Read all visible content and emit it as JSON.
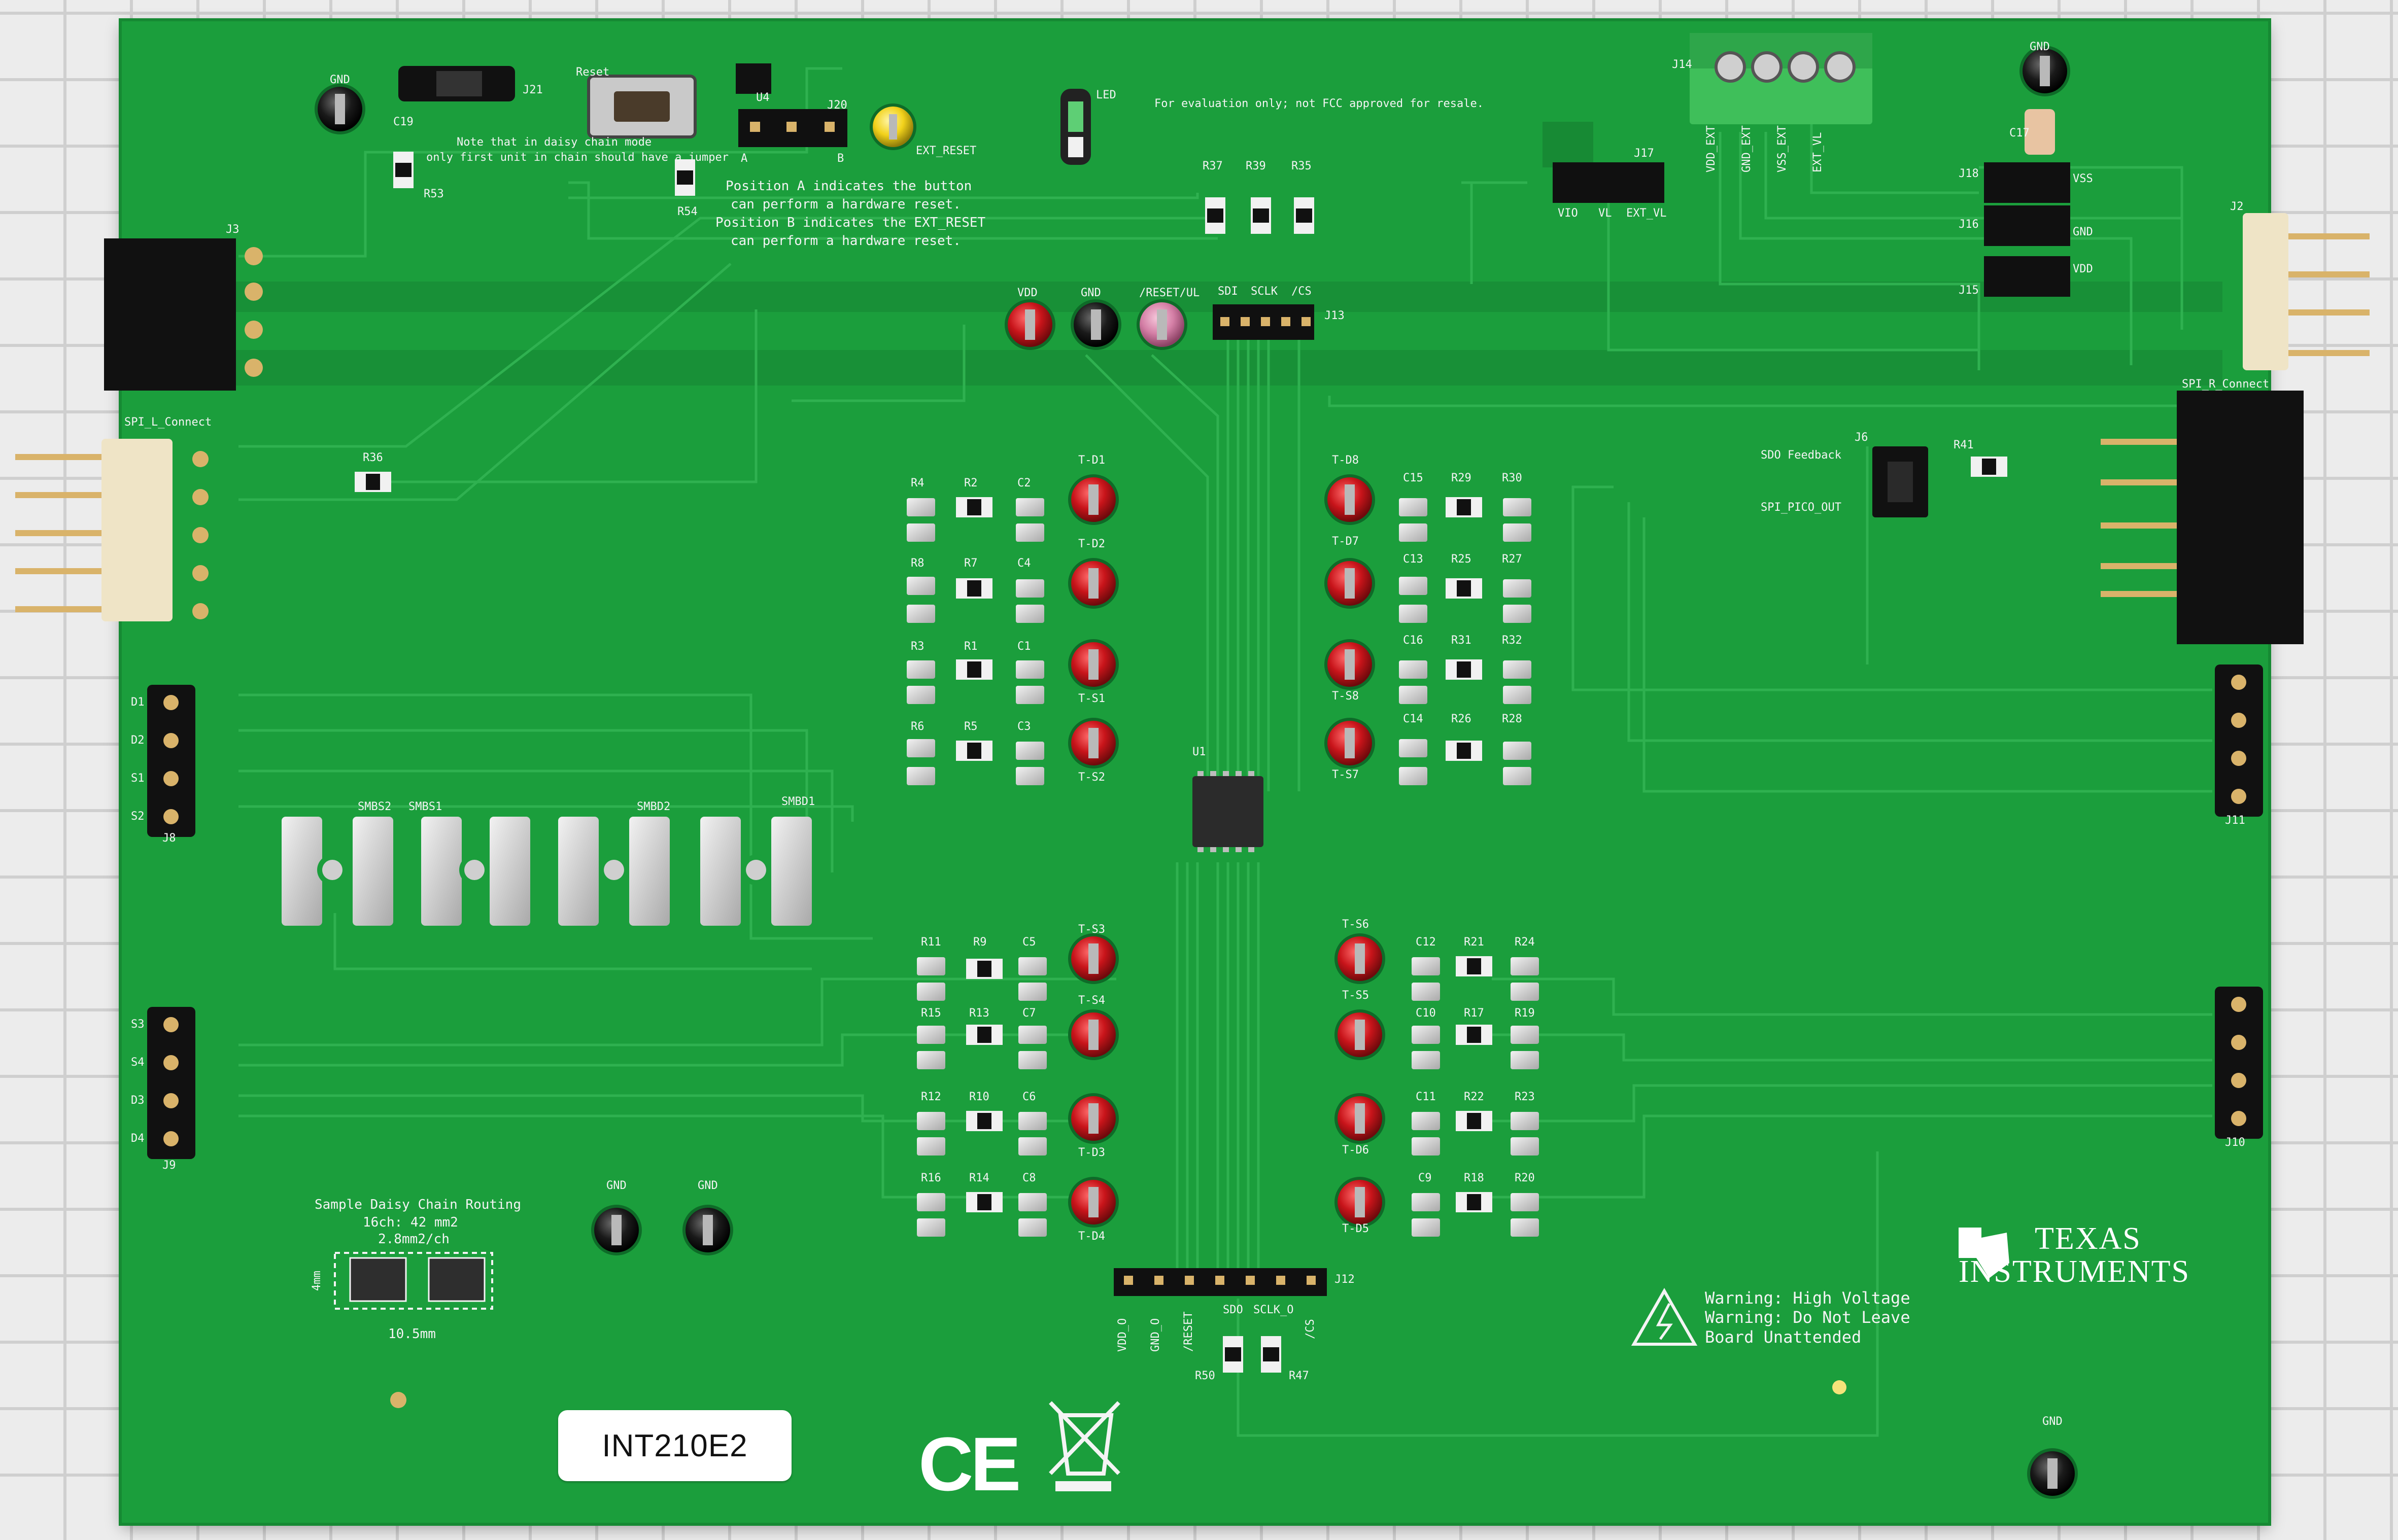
{
  "board": {
    "id_label": "INT210E2",
    "eval_notice": "For evaluation only; not FCC approved for resale.",
    "daisy_note_line1": "Note that in daisy chain mode",
    "daisy_note_line2": "only first unit in chain should have a jumper",
    "reset_note_line1": "Position A indicates the button",
    "reset_note_line2": "can perform a hardware reset.",
    "reset_note_line3": "Position B indicates the EXT_RESET",
    "reset_note_line4": "can perform a hardware reset.",
    "warning_line1": "Warning: High Voltage",
    "warning_line2": "Warning: Do Not Leave",
    "warning_line3": "Board Unattended",
    "daisy_routing_title": "Sample Daisy Chain Routing",
    "daisy_routing_line2": "16ch: 42 mm2",
    "daisy_routing_line3": "2.8mm2/ch",
    "daisy_routing_width": "10.5mm",
    "daisy_routing_height": "4mm",
    "ce_mark": "CE",
    "brand_line1": "Texas",
    "brand_line2": "Instruments"
  },
  "labels": {
    "gnd": "GND",
    "reset": "Reset",
    "led": "LED",
    "ext_reset": "EXT_RESET",
    "j21": "J21",
    "j20": "J20",
    "u4": "U4",
    "c19": "C19",
    "r53": "R53",
    "r54": "R54",
    "pos_a": "A",
    "pos_b": "B",
    "j3": "J3",
    "j14": "J14",
    "j17": "J17",
    "j2": "J2",
    "j18": "J18",
    "j16": "J16",
    "j15": "J15",
    "c17": "C17",
    "vio": "VIO",
    "vl": "VL",
    "ext_vl": "EXT_VL",
    "vdd_ext": "VDD_EXT",
    "gnd_ext": "GND_EXT",
    "vss_ext": "VSS_EXT",
    "ext_vl_v": "EXT_VL",
    "vss": "VSS",
    "vdd": "VDD",
    "r37": "R37",
    "r39": "R39",
    "r35": "R35",
    "tp_vdd": "VDD",
    "tp_gnd": "GND",
    "tp_reset": "/RESET/UL",
    "tp_sdi": "SDI",
    "tp_sclk": "SCLK",
    "tp_cs": "/CS",
    "j13": "J13",
    "spi_l": "SPI_L_Connect",
    "spi_r": "SPI_R_Connect",
    "r36": "R36",
    "sdo_feedback": "SDO Feedback",
    "spi_pico_out": "SPI_PICO_OUT",
    "j6": "J6",
    "r41": "R41",
    "j8": "J8",
    "j9": "J9",
    "j10": "J10",
    "j11": "J11",
    "j12": "J12",
    "u1": "U1",
    "smbs2": "SMBS2",
    "smbs1": "SMBS1",
    "smbd2": "SMBD2",
    "smbd1": "SMBD1",
    "d1": "D1",
    "d2": "D2",
    "s1": "S1",
    "s2": "S2",
    "s3": "S3",
    "s4": "S4",
    "d3": "D3",
    "d4": "D4",
    "r50": "R50",
    "r47": "R47",
    "sdo": "SDO",
    "sclk_o": "SCLK_O",
    "cs_o": "/CS",
    "vdd_o": "VDD_O",
    "gnd_o": "GND_O",
    "reset_o": "/RESET"
  },
  "thermistors": {
    "t_d1": "T-D1",
    "t_d2": "T-D2",
    "t_s1": "T-S1",
    "t_s2": "T-S2",
    "t_d8": "T-D8",
    "t_d7": "T-D7",
    "t_s8": "T-S8",
    "t_s7": "T-S7",
    "t_s3": "T-S3",
    "t_s4": "T-S4",
    "t_d3": "T-D3",
    "t_d4": "T-D4",
    "t_s6": "T-S6",
    "t_s5": "T-S5",
    "t_d6": "T-D6",
    "t_d5": "T-D5"
  },
  "resistor_labels": {
    "ul_row1": [
      "R4",
      "R2",
      "C2"
    ],
    "ul_row2": [
      "R8",
      "R7",
      "C4"
    ],
    "ul_row3": [
      "R3",
      "R1",
      "C1"
    ],
    "ul_row4": [
      "R6",
      "R5",
      "C3"
    ],
    "ur_row1": [
      "C15",
      "R29",
      "R30"
    ],
    "ur_row2": [
      "C13",
      "R25",
      "R27"
    ],
    "ur_row3": [
      "C16",
      "R31",
      "R32"
    ],
    "ur_row4": [
      "C14",
      "R26",
      "R28"
    ],
    "ll_row1": [
      "R11",
      "R9",
      "C5"
    ],
    "ll_row2": [
      "R15",
      "R13",
      "C7"
    ],
    "ll_row3": [
      "R12",
      "R10",
      "C6"
    ],
    "ll_row4": [
      "R16",
      "R14",
      "C8"
    ],
    "lr_row1": [
      "C12",
      "R21",
      "R24"
    ],
    "lr_row2": [
      "C10",
      "R17",
      "R19"
    ],
    "lr_row3": [
      "C11",
      "R22",
      "R23"
    ],
    "lr_row4": [
      "C9",
      "R18",
      "R20"
    ]
  },
  "colors": {
    "pcb_green": "#1b9e3c",
    "trace_green": "#2fb150",
    "silkscreen": "#f4f4f4",
    "testpoint_red": "#c8141a",
    "testpoint_black": "#1a1a1a",
    "testpoint_pink": "#d47fa6",
    "testpoint_yellow": "#f2d21b",
    "terminal_green": "#3fbf5a"
  }
}
